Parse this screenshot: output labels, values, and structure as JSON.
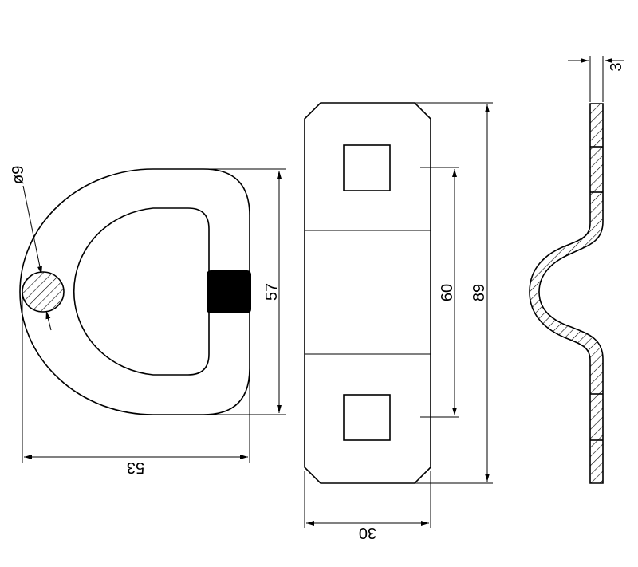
{
  "dimensions": {
    "ring_wire_diameter": "ø9",
    "ring_height": "57",
    "ring_width": "53",
    "plate_width": "30",
    "hole_spacing": "60",
    "plate_length": "89",
    "plate_thickness": "3"
  }
}
